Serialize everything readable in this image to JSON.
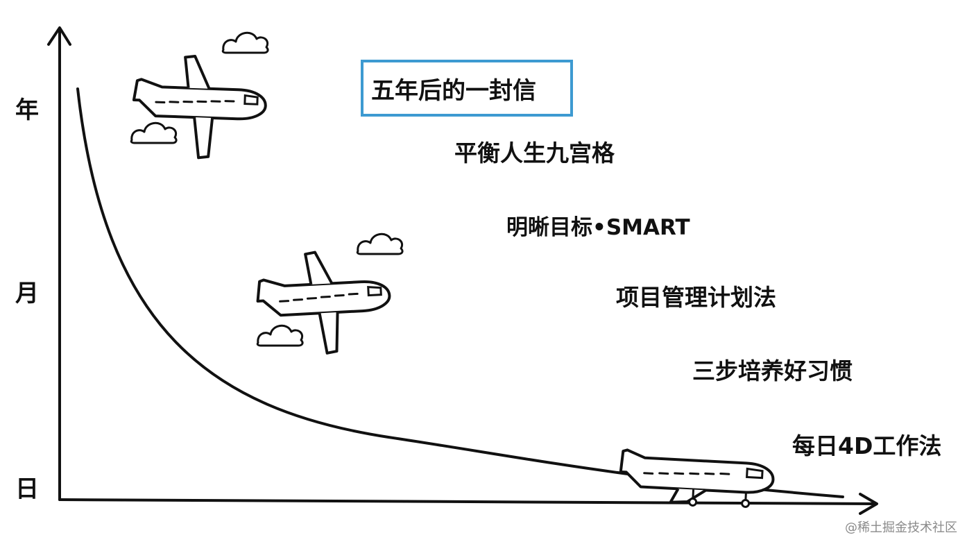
{
  "axis": {
    "y_labels": [
      "年",
      "月",
      "日"
    ]
  },
  "stages": [
    {
      "label": "五年后的一封信",
      "highlighted": true
    },
    {
      "label": "平衡人生九宫格",
      "highlighted": false
    },
    {
      "label": "明晰目标•SMART",
      "highlighted": false
    },
    {
      "label": "项目管理计划法",
      "highlighted": false
    },
    {
      "label": "三步培养好习惯",
      "highlighted": false
    },
    {
      "label": "每日4D工作法",
      "highlighted": false
    }
  ],
  "colors": {
    "ink": "#111111",
    "highlight_border": "#3d9ad1",
    "watermark": "#8a8a8a"
  },
  "icons": [
    "airplane-icon",
    "cloud-icon"
  ],
  "watermark": "@稀土掘金技术社区"
}
